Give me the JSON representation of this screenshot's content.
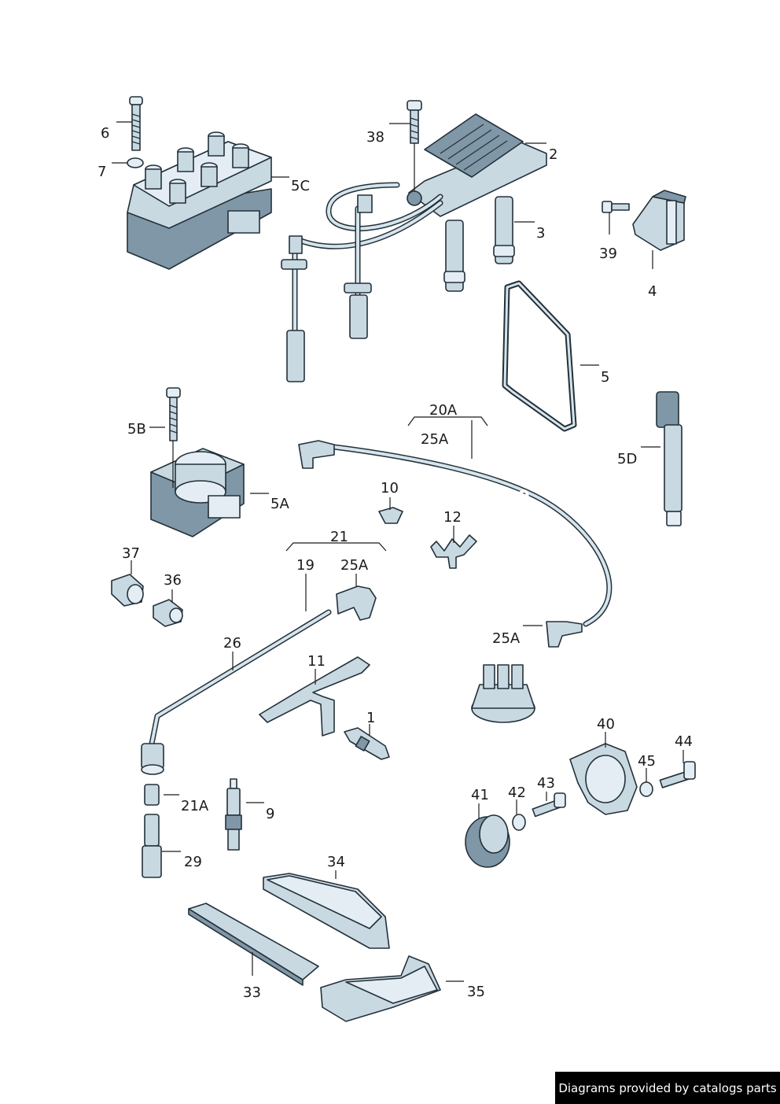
{
  "callouts": {
    "c6": "6",
    "c7": "7",
    "c5C": "5C",
    "c38": "38",
    "c2": "2",
    "c3": "3",
    "c39": "39",
    "c4": "4",
    "c5": "5",
    "c5B": "5B",
    "c5A": "5A",
    "c20A": "20A",
    "c25A_top": "25A",
    "c5D": "5D",
    "c10": "10",
    "c12": "12",
    "c21": "21",
    "c37": "37",
    "c19": "19",
    "c25A_mid": "25A",
    "c36": "36",
    "c26": "26",
    "c25A_low": "25A",
    "c11": "11",
    "c40": "40",
    "c1": "1",
    "c44": "44",
    "c45": "45",
    "c21A": "21A",
    "c9": "9",
    "c41": "41",
    "c42": "42",
    "c43": "43",
    "c29": "29",
    "c34": "34",
    "c33": "33",
    "c35": "35"
  },
  "footer": {
    "text": "Diagrams provided by catalogs parts"
  }
}
